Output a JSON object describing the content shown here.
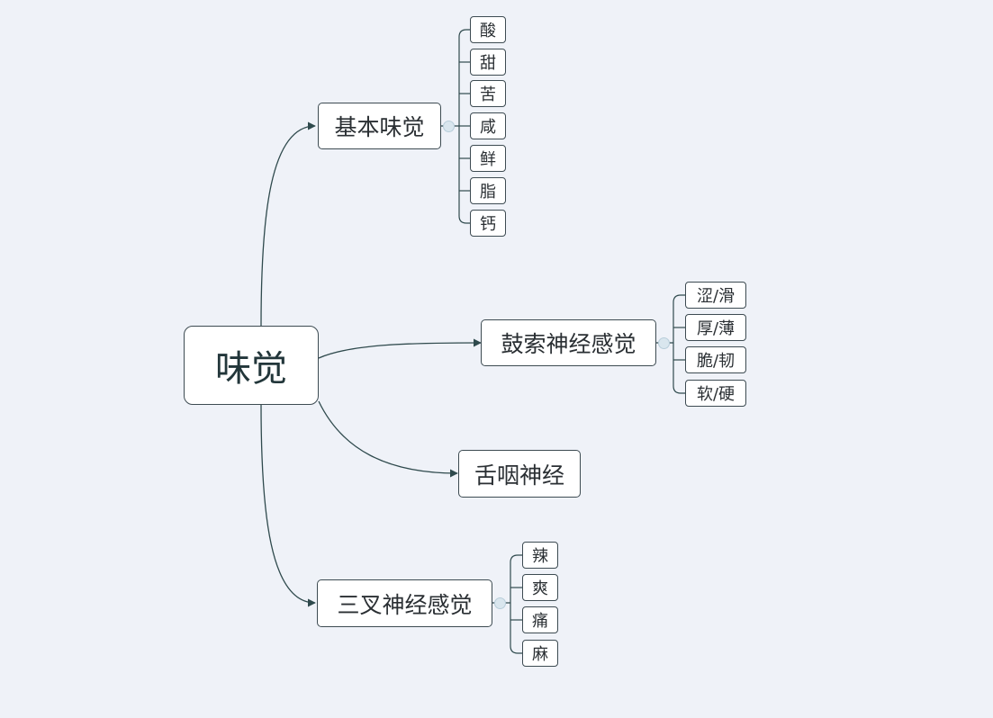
{
  "root": {
    "label": "味觉",
    "branches": [
      {
        "id": "b1",
        "label": "基本味觉",
        "children": [
          "酸",
          "甜",
          "苦",
          "咸",
          "鲜",
          "脂",
          "钙"
        ]
      },
      {
        "id": "b2",
        "label": "鼓索神经感觉",
        "children": [
          "涩/滑",
          "厚/薄",
          "脆/韧",
          "软/硬"
        ]
      },
      {
        "id": "b3",
        "label": "舌咽神经",
        "children": []
      },
      {
        "id": "b4",
        "label": "三叉神经感觉",
        "children": [
          "辣",
          "爽",
          "痛",
          "麻"
        ]
      }
    ]
  },
  "colors": {
    "background": "#eff2f8",
    "node_fill": "#ffffff",
    "node_border": "#3d4b52",
    "connector": "#2f4a4d",
    "collapse_dot": "#d9e6ee"
  }
}
